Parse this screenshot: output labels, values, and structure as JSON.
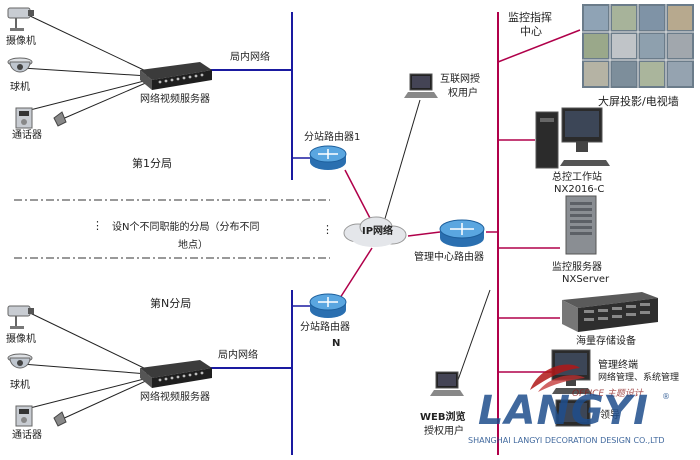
{
  "labels": {
    "camera_1": "摄像机",
    "dome_1": "球机",
    "intercom_1": "通话器",
    "video_server_1": "网络视频服务器",
    "lan_1": "局内网络",
    "branch_router_1": "分站路由器1",
    "branch_1": "第1分局",
    "internet_user": "互联网授",
    "internet_user_2": "权用户",
    "n_branches_1": "设N个不同职能的分局（分布不同",
    "n_branches_2": "地点）",
    "ip_network": "IP网络",
    "center_router": "管理中心路由器",
    "branch_n": "第N分局",
    "branch_router_n": "分站路由器",
    "branch_router_n_2": "N",
    "camera_n": "摄像机",
    "dome_n": "球机",
    "intercom_n": "通话器",
    "video_server_n": "网络视频服务器",
    "lan_n": "局内网络",
    "monitor_center_1": "监控指挥",
    "monitor_center_2": "中心",
    "video_wall": "大屏投影/电视墙",
    "workstation": "总控工作站",
    "workstation_model": "NX2016-C",
    "monitor_server": "监控服务器",
    "monitor_server_model": "NXServer",
    "storage": "海量存储设备",
    "mgmt_terminal": "管理终端",
    "mgmt_terminal_sub": "网络管理、系统管理",
    "leader_prefix": "领导",
    "web_user_1": "WEB浏览",
    "web_user_2": "授权用户",
    "ellipsis": "⋮"
  },
  "watermark": {
    "brand": "LANGYI",
    "office": "OFFICE  主题设计",
    "company": "SHANGHAI LANGYI DECORATION DESIGN CO.,LTD",
    "registered": "®"
  },
  "colors": {
    "bus": "#1a1aa0",
    "connector": "#b0004a",
    "line_black": "#222222",
    "router_blue": "#3a8fd0",
    "brand_blue": "#1f4e8c",
    "brand_red": "#b01818"
  },
  "icons": [
    "camera-icon",
    "dome-camera-icon",
    "intercom-icon",
    "video-server-icon",
    "router-icon",
    "laptop-icon",
    "cloud-icon",
    "workstation-icon",
    "server-tower-icon",
    "storage-array-icon",
    "video-wall-icon"
  ]
}
